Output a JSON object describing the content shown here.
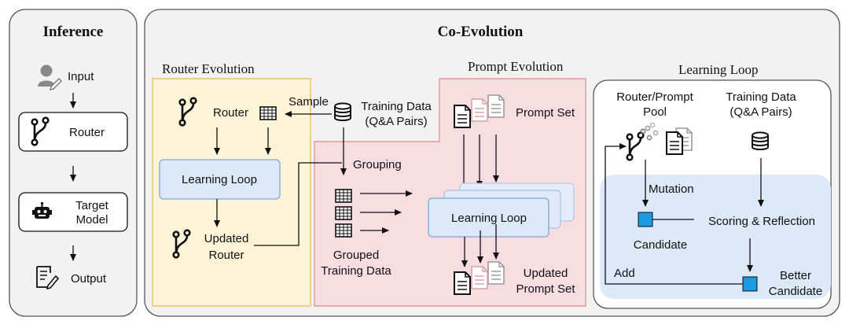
{
  "inference": {
    "title": "Inference",
    "input_label": "Input",
    "router_label": "Router",
    "target_model_label": "Target Model",
    "output_label": "Output"
  },
  "co_evolution": {
    "title": "Co-Evolution",
    "router_evolution": {
      "title": "Router Evolution",
      "router_label": "Router",
      "learning_loop_label": "Learning Loop",
      "updated_router_label": "Updated Router"
    },
    "sample_label": "Sample",
    "training_data_label": "Training Data (Q&A Pairs)",
    "grouping_label": "Grouping",
    "grouped_training_data_label": "Grouped Training Data",
    "prompt_evolution": {
      "title": "Prompt Evolution",
      "prompt_set_label": "Prompt Set",
      "learning_loop_label": "Learning Loop",
      "updated_prompt_set_label": "Updated Prompt Set"
    },
    "learning_loop": {
      "title": "Learning Loop",
      "pool_label": "Router/Prompt Pool",
      "training_data_label": "Training Data (Q&A Pairs)",
      "mutation_label": "Mutation",
      "candidate_label": "Candidate",
      "scoring_label": "Scoring & Reflection",
      "add_label": "Add",
      "better_candidate_label": "Better Candidate"
    }
  },
  "colors": {
    "router_evolution_fill": "#fdf3d6",
    "router_evolution_border": "#e6c15c",
    "prompt_evolution_fill": "#f7dddf",
    "prompt_evolution_border": "#e0979d",
    "learning_box_fill": "#dce9f8",
    "learning_box_border": "#7ea6d8",
    "candidate_square": "#1b9be0",
    "panel_fill": "#f2f2f2"
  }
}
